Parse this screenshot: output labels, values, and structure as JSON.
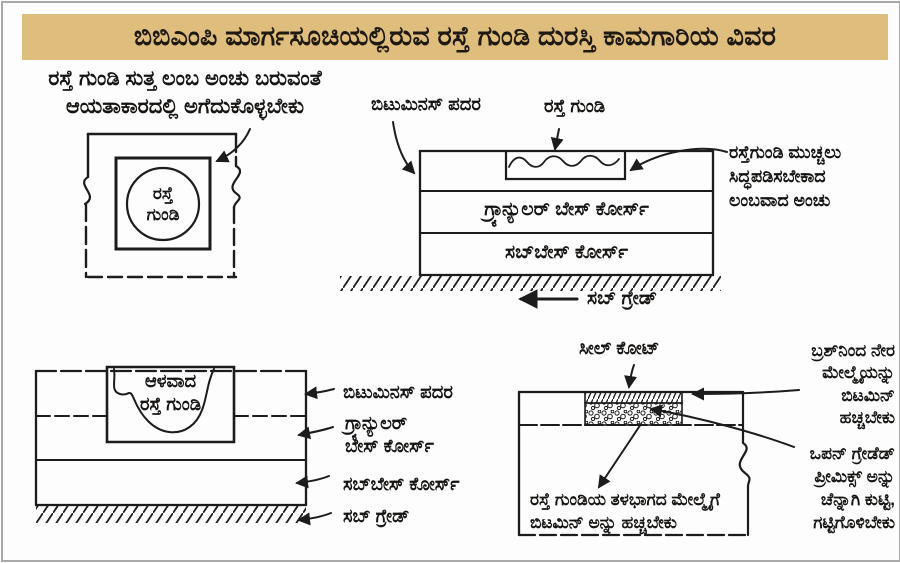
{
  "page": {
    "title": "ಬಿಬಿಎಂಪಿ ಮಾರ್ಗಸೂಚಿಯಲ್ಲಿರುವ ರಸ್ತೆ ಗುಂಡಿ ದುರಸ್ತಿ ಕಾಮಗಾರಿಯ ವಿವರ",
    "accent_color": "#dfbe7d",
    "ink_color": "#1c1c1c",
    "border_color": "#a9a9a9"
  },
  "plan_view": {
    "instruction": "ರಸ್ತೆ ಗುಂಡಿ ಸುತ್ತ ಲಂಬ ಅಂಚು ಬರುವಂತೆ\nಆಯತಾಕಾರದಲ್ಲಿ ಅಗೆದುಕೊಳ್ಳಬೇಕು",
    "pothole_label": "ರಸ್ತೆ\nಗುಂಡಿ"
  },
  "section_fresh": {
    "label_bituminous": "ಬಿಟುಮಿನಸ್ ಪದರ",
    "label_pothole": "ರಸ್ತೆ ಗುಂಡಿ",
    "layer_granular": "ಗ್ರ್ಯಾನ್ಯುಲರ್ ಬೇಸ್ ಕೋರ್ಸ್",
    "layer_subbase": "ಸಬ್‌ಬೇಸ್ ಕೋರ್ಸ್",
    "label_subgrade": "ಸಬ್ ಗ್ರೇಡ್",
    "note_vertical_edge": "ರಸ್ತೆಗುಂಡಿ ಮುಚ್ಚಲು\nಸಿದ್ಧಪಡಿಸಬೇಕಾದ\nಲಂಬವಾದ ಅಂಚು"
  },
  "section_deep": {
    "pothole_label": "ಆಳವಾದ\nರಸ್ತೆ ಗುಂಡಿ",
    "label_bituminous": "ಬಿಟುಮಿನಸ್ ಪದರ",
    "label_granular": "ಗ್ರ್ಯಾನ್ಯುಲರ್\nಬೇಸ್ ಕೋರ್ಸ್",
    "label_subbase": "ಸಬ್‌ಬೇಸ್ ಕೋರ್ಸ್",
    "label_subgrade": "ಸಬ್ ಗ್ರೇಡ್"
  },
  "section_fill": {
    "label_sealcoat": "ಸೀಲ್ ಕೋಟ್",
    "note_brush": "ಬ್ರಶ್‌ನಿಂದ ನೇರ\nಮೇಲ್ಮೈಯನ್ನು\nಬಿಟಮಿನ್\nಹಚ್ಚಬೇಕು",
    "note_premix": "ಒಪನ್ ಗ್ರೇಡೆಡ್\nಪ್ರೀಮಿಕ್ಸ್ ಅನ್ನು\nಚೆನ್ನಾಗಿ ಕುಟ್ಟಿ,\nಗಟ್ಟಿಗೊಳಿಬೇಕು",
    "note_bottom": "ರಸ್ತೆ ಗುಂಡಿಯ ತಳಭಾಗದ ಮೇಲ್ಮೈಗೆ\nಬಿಟಮಿನ್ ಅನ್ನು ಹಚ್ಚಬೇಕು"
  }
}
